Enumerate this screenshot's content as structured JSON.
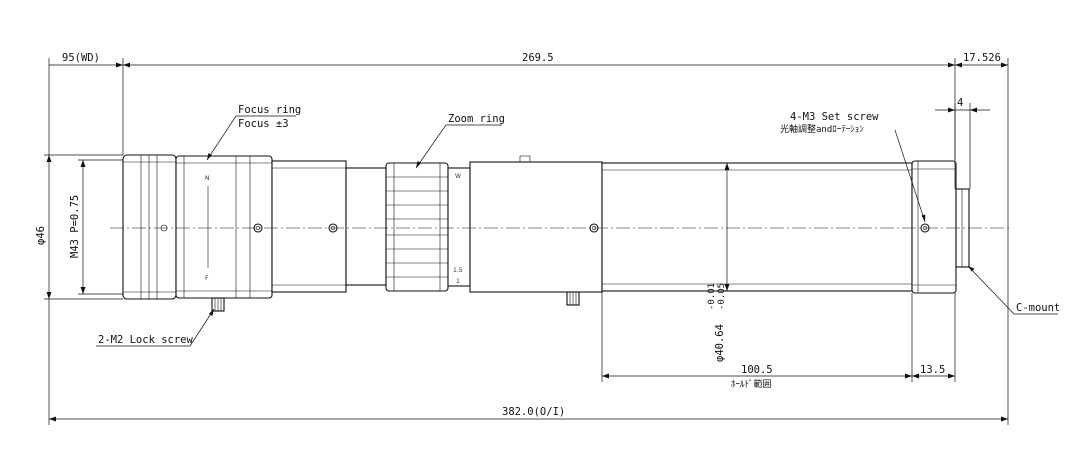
{
  "dimensions": {
    "wd": "95(WD)",
    "lens_length": "269.5",
    "rear_length": "17.526",
    "rear_flange": "4",
    "front_diameter": "φ46",
    "filter_thread": "M43 P=0.75",
    "body_diameter": "φ40.64",
    "body_tol_upper": "-0.01",
    "body_tol_lower": "-0.05",
    "holder_range_length": "100.5",
    "holder_range_label": "ﾎｰﾙﾄﾞ範囲",
    "rear_offset": "13.5",
    "total_length": "382.0(O/I)"
  },
  "callouts": {
    "focus_ring_title": "Focus ring",
    "focus_ring_value": "Focus ±3",
    "zoom_ring": "Zoom ring",
    "set_screw_title": "4-M3 Set screw",
    "set_screw_note": "光軸調整andﾛｰﾃｰｼｮﾝ",
    "lock_screw": "2-M2 Lock screw",
    "c_mount": "C-mount"
  },
  "markings": {
    "focus_near": "N",
    "focus_far": "F",
    "zoom_wide": "W",
    "zoom_1_5": "1.5",
    "zoom_1": "1"
  }
}
